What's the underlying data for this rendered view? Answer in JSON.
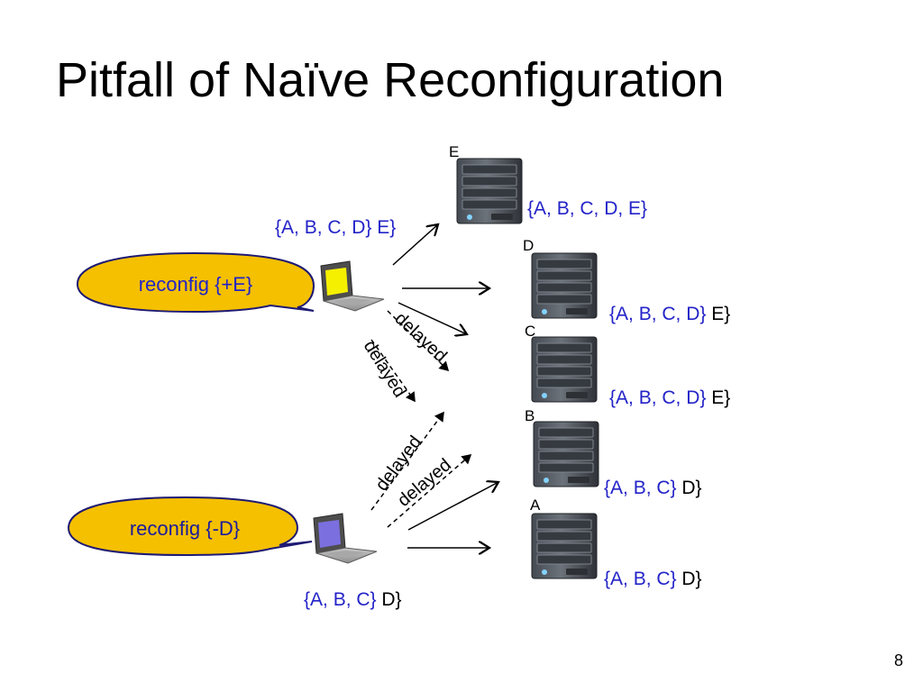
{
  "slide": {
    "title": "Pitfall of Naïve Reconfiguration",
    "page_number": "8"
  },
  "colors": {
    "blue": "#2323c8",
    "black": "#000000",
    "callout_fill": "#f5c000",
    "callout_stroke": "#1e1a73",
    "laptop_top_screen": "#f5f000",
    "laptop_bottom_screen": "#7b6fe0"
  },
  "icons": {
    "server": "server-tower-icon",
    "laptop": "laptop-icon"
  },
  "callouts": {
    "top": "reconfig {+E}",
    "bottom": "reconfig {-D}"
  },
  "servers": {
    "e": {
      "id": "E",
      "view_blue": "{A, B, C, D, E}",
      "view_black": ""
    },
    "d": {
      "id": "D",
      "view_blue": "{A, B, C, D}",
      "view_black": " E}"
    },
    "c": {
      "id": "C",
      "view_blue": "{A, B, C, D}",
      "view_black": " E}"
    },
    "b": {
      "id": "B",
      "view_blue": "{A, B, C}",
      "view_black": " D}"
    },
    "a": {
      "id": "A",
      "view_blue": "{A, B, C}",
      "view_black": " D}"
    }
  },
  "clients": {
    "top_view_blue": "{A, B, C, D}",
    "top_view_black": " E}",
    "bottom_view_blue": "{A, B, C}",
    "bottom_view_black": " D}"
  },
  "messages": {
    "delayed_1": "delayed",
    "delayed_2": "delayed",
    "delayed_3": "delayed",
    "delayed_4": "delayed"
  }
}
